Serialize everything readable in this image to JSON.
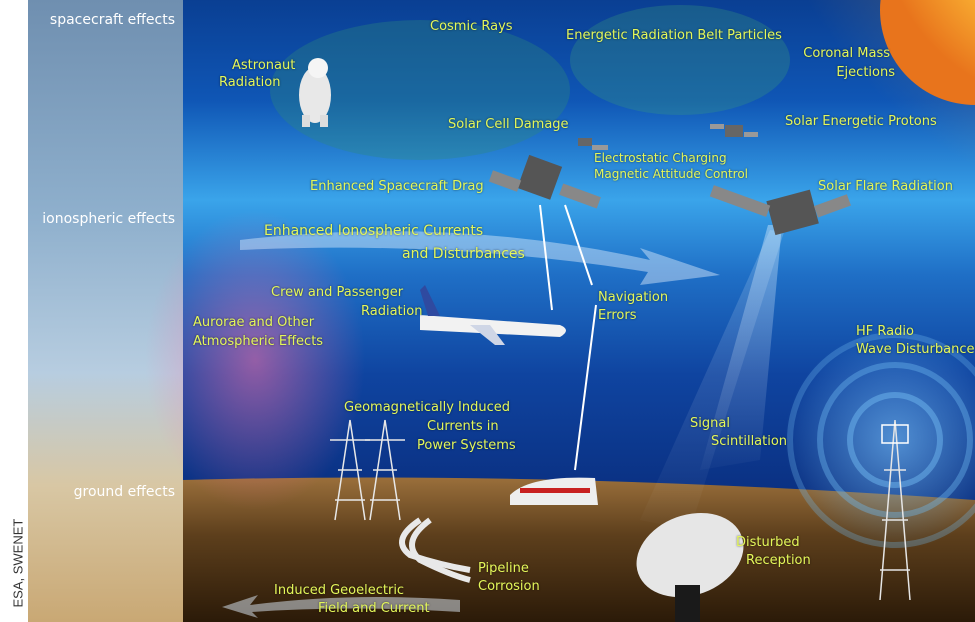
{
  "credit": "ESA, SWENET",
  "side_panel": {
    "spacecraft": "spacecraft effects",
    "ionospheric": "ionospheric effects",
    "ground": "ground effects"
  },
  "labels": {
    "cosmic_rays": "Cosmic Rays",
    "radiation_belt": "Energetic Radiation Belt Particles",
    "cme_line1": "Coronal Mass",
    "cme_line2": "Ejections",
    "astronaut_line1": "Astronaut",
    "astronaut_line2": "Radiation",
    "solar_cell": "Solar Cell Damage",
    "solar_protons": "Solar Energetic Protons",
    "charging_line1": "Electrostatic Charging",
    "charging_line2": "Magnetic Attitude Control",
    "drag": "Enhanced Spacecraft Drag",
    "flare": "Solar Flare Radiation",
    "iono_line1": "Enhanced Ionospheric Currents",
    "iono_line2": "and Disturbances",
    "crew_line1": "Crew and Passenger",
    "crew_line2": "Radiation",
    "nav_line1": "Navigation",
    "nav_line2": "Errors",
    "aurora_line1": "Aurorae and Other",
    "aurora_line2": "Atmospheric Effects",
    "hf_line1": "HF Radio",
    "hf_line2": "Wave Disturbance",
    "gic_line1": "Geomagnetically Induced",
    "gic_line2": "Currents in",
    "gic_line3": "Power Systems",
    "signal_line1": "Signal",
    "signal_line2": "Scintillation",
    "reception_line1": "Disturbed",
    "reception_line2": "Reception",
    "pipeline_line1": "Pipeline",
    "pipeline_line2": "Corrosion",
    "geoelectric_line1": "Induced Geoelectric",
    "geoelectric_line2": "Field and Current"
  }
}
